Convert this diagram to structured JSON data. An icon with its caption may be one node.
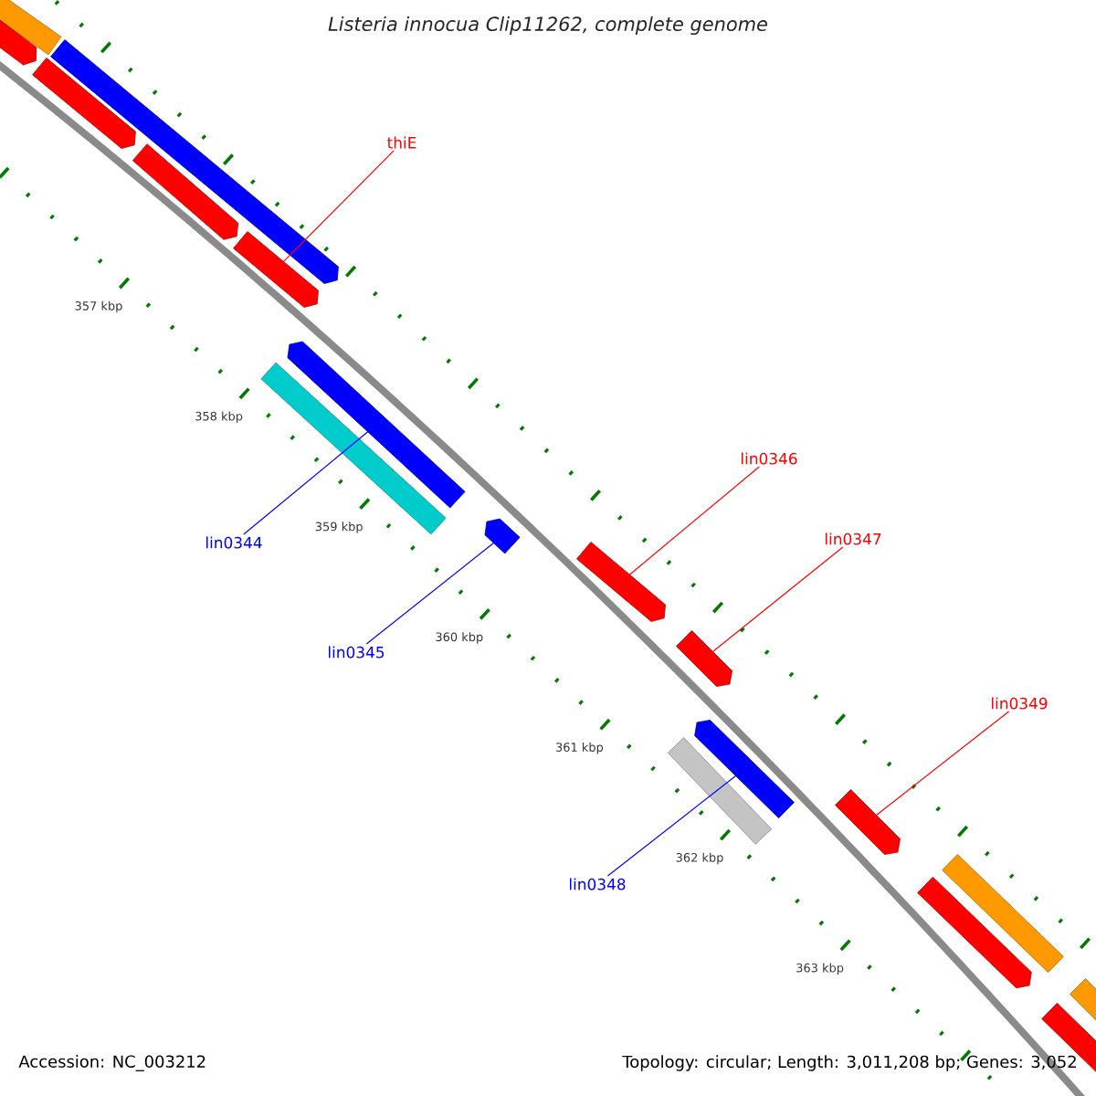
{
  "diagram": {
    "title": "Listeria innocua Clip11262, complete genome",
    "nodes": [
      {
        "text": [
          "thiE"
        ]
      },
      {
        "text": [
          "lin0346"
        ]
      },
      {
        "text": [
          "lin0347"
        ]
      },
      {
        "text": [
          "lin0349"
        ]
      },
      {
        "text": [
          "lin0344"
        ]
      },
      {
        "text": [
          "lin0345"
        ]
      },
      {
        "text": [
          "lin0348"
        ]
      },
      {
        "text": [],
        "shape": "bar"
      },
      {
        "text": [],
        "shape": "bar"
      },
      {
        "text": [],
        "shape": "bar"
      },
      {
        "text": [],
        "shape": "bar"
      },
      {
        "text": [],
        "shape": "bar"
      },
      {
        "text": [],
        "shape": "bar"
      },
      {
        "text": [],
        "shape": "bar"
      },
      {
        "text": [],
        "shape": "bar"
      },
      {
        "text": [],
        "shape": "bar"
      },
      {
        "text": [],
        "shape": "bar"
      },
      {
        "text": [],
        "shape": "bar"
      },
      {
        "text": [],
        "shape": "bar"
      },
      {
        "text": [],
        "shape": "bar"
      },
      {
        "text": [],
        "shape": "bar"
      },
      {
        "text": [],
        "shape": "bar"
      },
      {
        "text": [],
        "shape": "bar"
      },
      {
        "text": [],
        "shape": "bar"
      },
      {
        "text": [],
        "shape": "bar"
      }
    ],
    "edges": [
      {
        "from": 0,
        "to": 12,
        "arrow": "none"
      },
      {
        "from": 1,
        "to": 16,
        "arrow": "none"
      },
      {
        "from": 2,
        "to": 18,
        "arrow": "none"
      },
      {
        "from": 3,
        "to": 20,
        "arrow": "none"
      },
      {
        "from": 4,
        "to": 14,
        "arrow": "none",
        "color": "#0000ff"
      },
      {
        "from": 5,
        "to": 15,
        "arrow": "none",
        "color": "#0000ff"
      },
      {
        "from": 6,
        "to": 19,
        "arrow": "none",
        "color": "#0000ff"
      }
    ],
    "labels": [
      "357 kbp",
      "358 kbp",
      "359 kbp",
      "360 kbp",
      "361 kbp",
      "362 kbp",
      "363 kbp",
      "Accession: NC_003212",
      "Topology: circular; Length: 3,011,208 bp; Genes: 3,052"
    ]
  }
}
